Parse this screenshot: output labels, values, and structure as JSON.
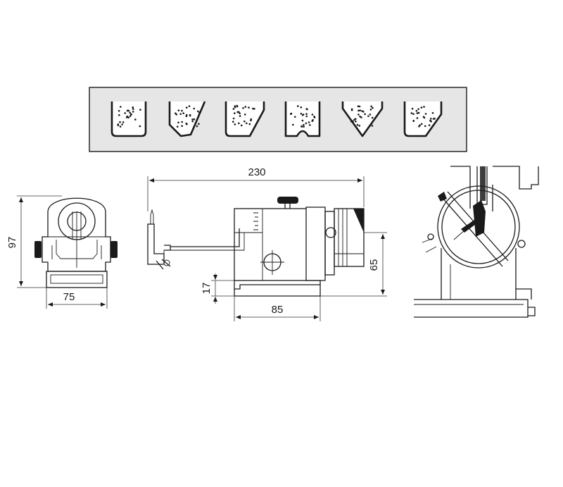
{
  "colors": {
    "panel_fill": "#e6e6e6",
    "line": "#1a1a1a",
    "background": "#ffffff"
  },
  "wheel_profiles": [
    {
      "shape": "straight-cup"
    },
    {
      "shape": "angled-cup"
    },
    {
      "shape": "single-bevel-dish"
    },
    {
      "shape": "grooved-straight"
    },
    {
      "shape": "v-profile"
    },
    {
      "shape": "chamfered-cup"
    }
  ],
  "dimensions": {
    "height_97": "97",
    "width_75": "75",
    "length_230": "230",
    "height_65": "65",
    "base_85": "85",
    "offset_17": "17"
  }
}
